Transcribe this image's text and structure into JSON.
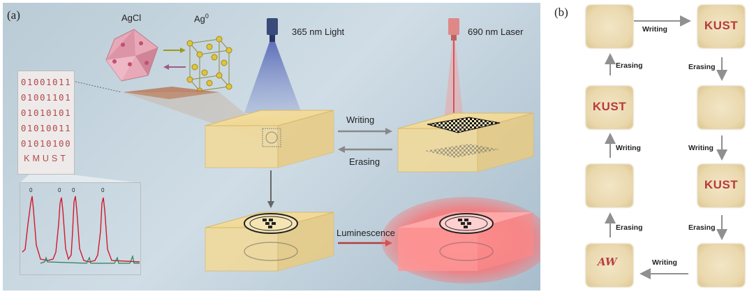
{
  "panel_a": {
    "label": "(a)",
    "agcl_label": "AgCl",
    "ag0_label": "Ag",
    "ag0_superscript": "0",
    "uv_light_label": "365 nm Light",
    "laser_label": "690 nm Laser",
    "writing_label": "Writing",
    "erasing_label": "Erasing",
    "luminescence_label": "Luminescence",
    "binary_rows": [
      "01001011",
      "01001101",
      "01010101",
      "01010011",
      "01010100"
    ],
    "binary_word": "KMUST",
    "spectrum_peak_labels": [
      "0",
      "0",
      "0",
      "0"
    ]
  },
  "panel_b": {
    "label": "(b)",
    "tiles": [
      {
        "text": ""
      },
      {
        "text": "KUST"
      },
      {
        "text": "KUST"
      },
      {
        "text": ""
      },
      {
        "text": ""
      },
      {
        "text": "KUST"
      },
      {
        "text": ""
      },
      {
        "text": ""
      }
    ],
    "tile_handwritten": "AW",
    "arrows": [
      {
        "label": "Writing"
      },
      {
        "label": "Erasing"
      },
      {
        "label": "Erasing"
      },
      {
        "label": "Writing"
      },
      {
        "label": "Writing"
      },
      {
        "label": "Erasing"
      },
      {
        "label": "Erasing"
      },
      {
        "label": "Writing"
      }
    ]
  },
  "colors": {
    "panel_bg": "#c3d3dd",
    "slab": "#f0d48c",
    "binary_text": "#b24a4a",
    "spectrum_red": "#d01a2a",
    "spectrum_green": "#2e7d5a",
    "laser": "#e05050",
    "uv_beam": "#6a7cc0",
    "glow": "#ff6b6b"
  }
}
